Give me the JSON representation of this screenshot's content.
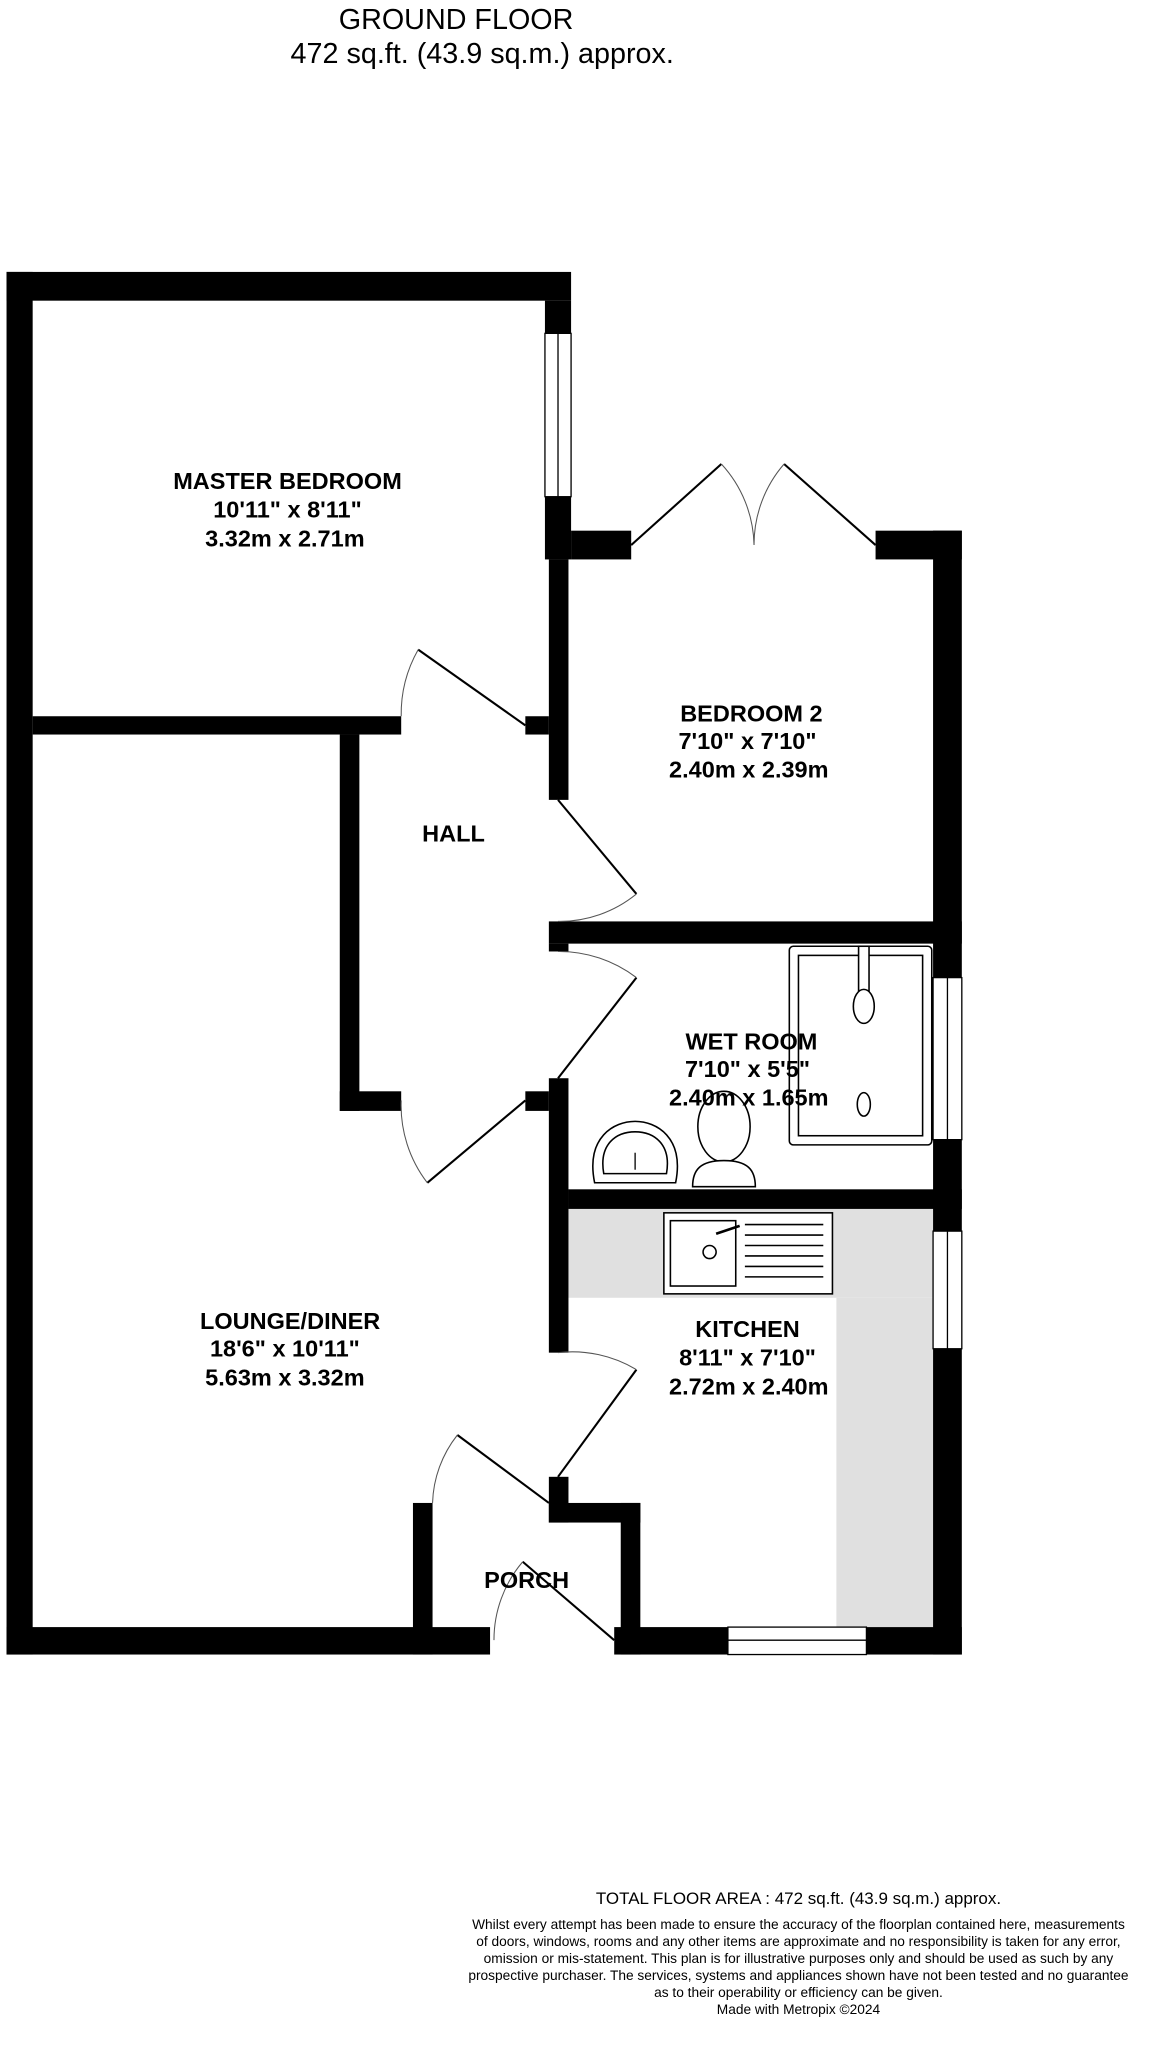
{
  "header": {
    "title": "GROUND FLOOR",
    "area": "472 sq.ft. (43.9 sq.m.) approx."
  },
  "rooms": {
    "master_bedroom": {
      "name": "MASTER BEDROOM",
      "imperial": "10'11\"  x 8'11\"",
      "metric": "3.32m  x 2.71m"
    },
    "bedroom_2": {
      "name": "BEDROOM 2",
      "imperial": "7'10\"  x 7'10\"",
      "metric": "2.40m  x 2.39m"
    },
    "hall": {
      "name": "HALL"
    },
    "wet_room": {
      "name": "WET ROOM",
      "imperial": "7'10\"  x 5'5\"",
      "metric": "2.40m  x 1.65m"
    },
    "lounge_diner": {
      "name": "LOUNGE/DINER",
      "imperial": "18'6\"  x 10'11\"",
      "metric": "5.63m  x 3.32m"
    },
    "kitchen": {
      "name": "KITCHEN",
      "imperial": "8'11\"  x 7'10\"",
      "metric": "2.72m  x 2.40m"
    },
    "porch": {
      "name": "PORCH"
    }
  },
  "footer": {
    "total": "TOTAL FLOOR AREA : 472 sq.ft. (43.9 sq.m.) approx.",
    "disclaimer": [
      "Whilst every attempt has been made to ensure the accuracy of the floorplan contained here, measurements",
      "of doors, windows, rooms and any other items are approximate and no responsibility is taken for any error,",
      "omission or mis-statement. This plan is for illustrative purposes only and should be used as such by any",
      "prospective purchaser. The services, systems and appliances shown have not been tested and no guarantee",
      "as to their operability or efficiency can be given."
    ],
    "credit": "Made with Metropix ©2024"
  },
  "colors": {
    "wall": "#000000",
    "counter": "#e0e0e0"
  }
}
